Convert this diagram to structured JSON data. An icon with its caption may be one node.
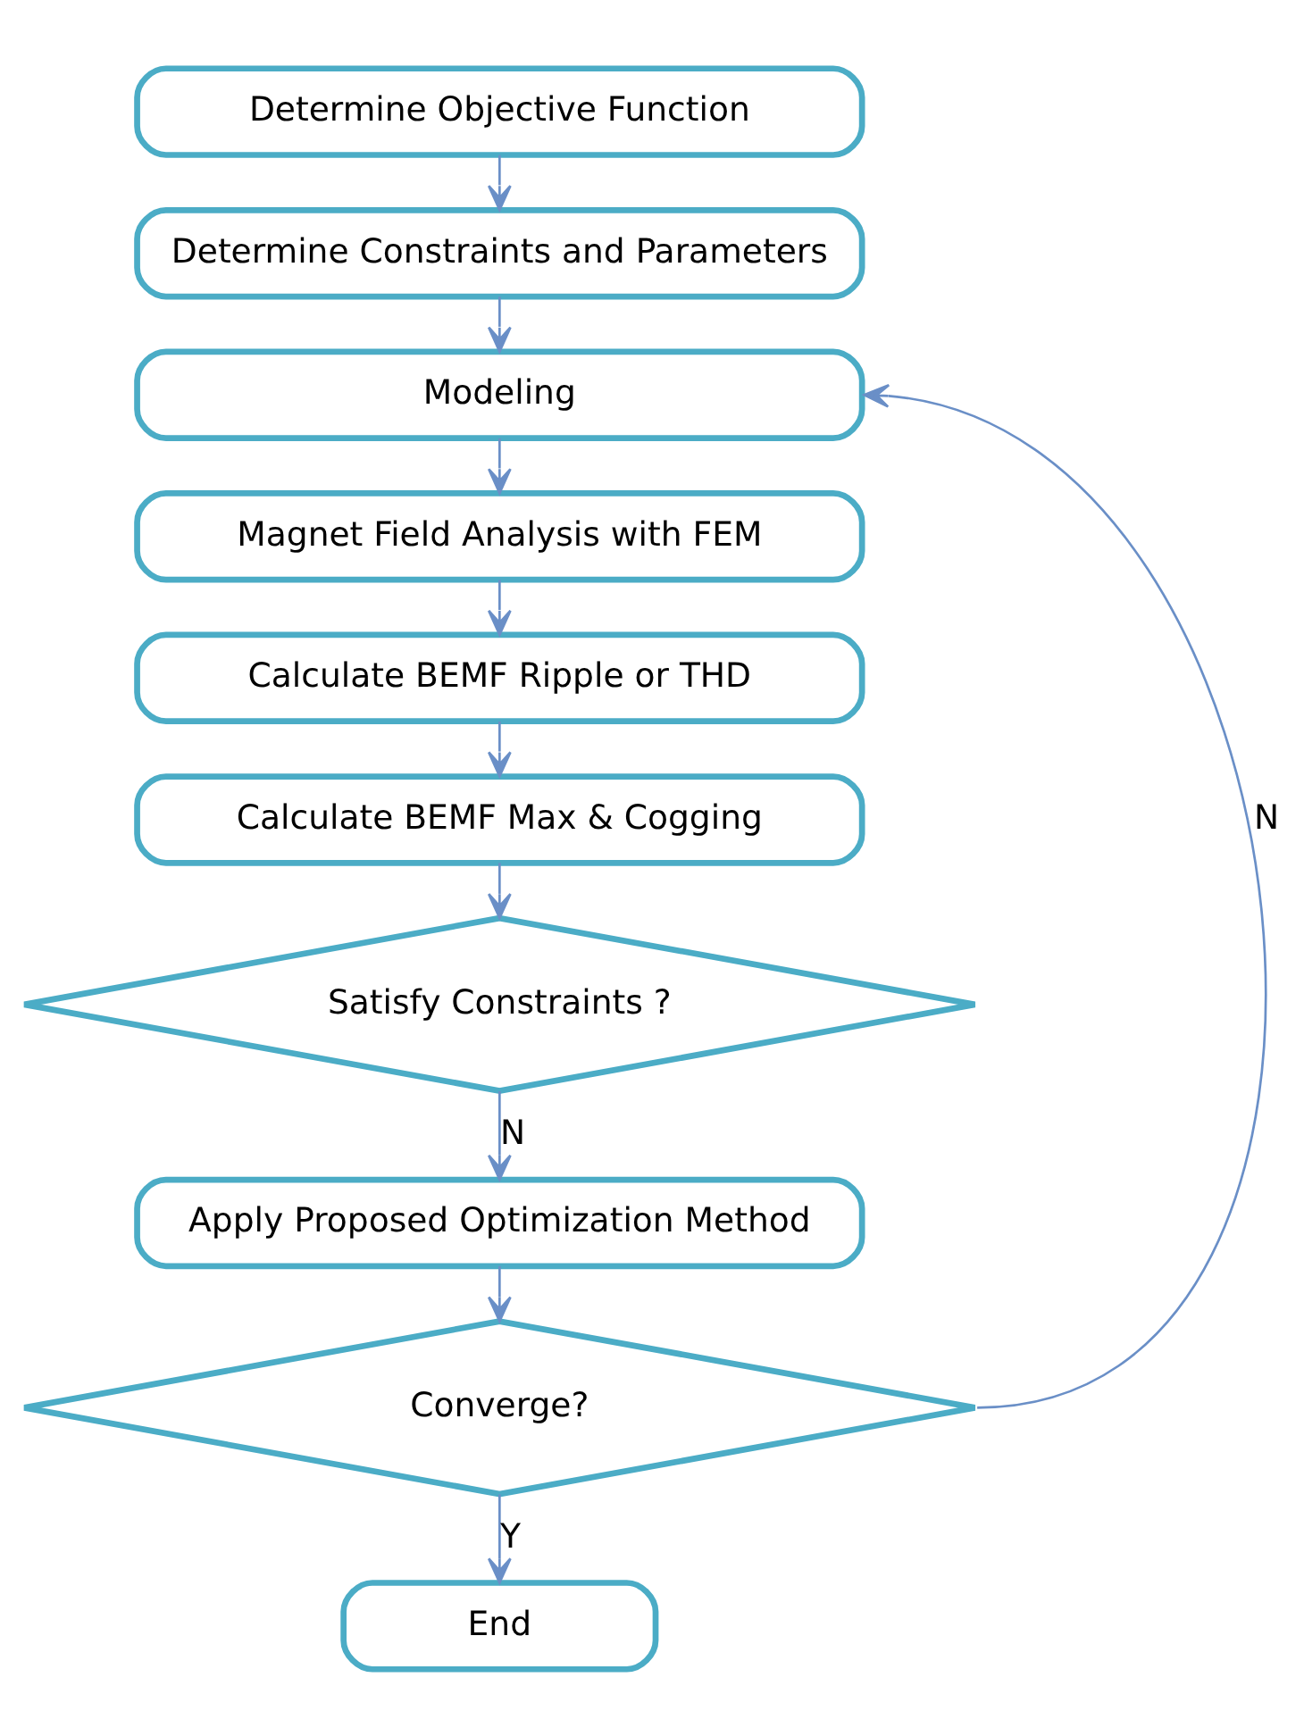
{
  "diagram": {
    "nodes": [
      {
        "text": [
          "Determine Objective Function"
        ]
      },
      {
        "text": [
          "Determine Constraints and Parameters"
        ]
      },
      {
        "text": [
          "Modeling"
        ]
      },
      {
        "text": [
          "Magnet Field Analysis with FEM"
        ]
      },
      {
        "text": [
          "Calculate BEMF Ripple or THD"
        ]
      },
      {
        "text": [
          "Calculate BEMF Max & Cogging"
        ]
      },
      {
        "text": [
          "Satisfy Constraints ?"
        ]
      },
      {
        "text": [
          "Apply Proposed Optimization Method"
        ]
      },
      {
        "text": [
          "Converge?"
        ]
      },
      {
        "text": [
          "End"
        ]
      }
    ],
    "edges": [
      {
        "from": 0,
        "to": 1,
        "arrow": "to"
      },
      {
        "from": 1,
        "to": 2,
        "arrow": "to"
      },
      {
        "from": 2,
        "to": 3,
        "arrow": "to"
      },
      {
        "from": 3,
        "to": 4,
        "arrow": "to"
      },
      {
        "from": 4,
        "to": 5,
        "arrow": "to"
      },
      {
        "from": 5,
        "to": 6,
        "arrow": "to"
      },
      {
        "from": 6,
        "to": 7,
        "arrow": "to",
        "label": "N"
      },
      {
        "from": 7,
        "to": 8,
        "arrow": "to"
      },
      {
        "from": 8,
        "to": 9,
        "arrow": "to",
        "label": "Y"
      },
      {
        "from": 8,
        "to": 2,
        "arrow": "to",
        "label": "N"
      }
    ]
  }
}
